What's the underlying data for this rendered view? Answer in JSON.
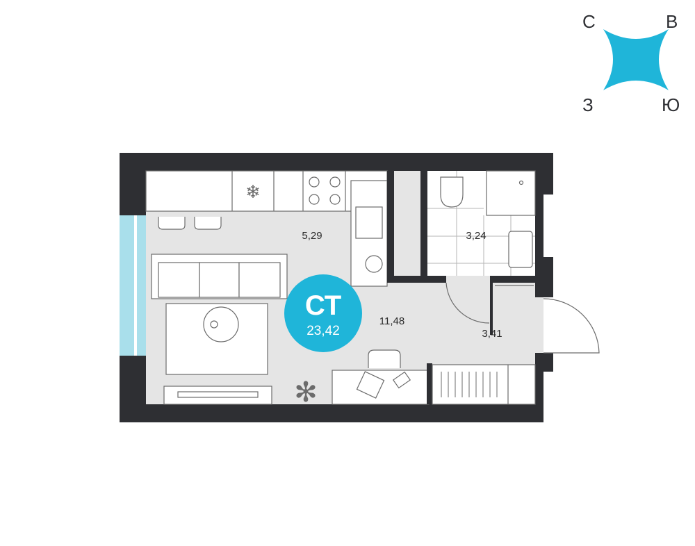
{
  "compass": {
    "north": "С",
    "east": "В",
    "west": "З",
    "south": "Ю"
  },
  "badge": {
    "type": "СТ",
    "total_area": "23,42"
  },
  "rooms": {
    "kitchen": "5,29",
    "bathroom": "3,24",
    "living": "11,48",
    "hall": "3,41"
  },
  "colors": {
    "accent": "#1fb5d9",
    "wall": "#2e2f33",
    "floor": "#e5e5e5",
    "window": "#a9dfeb"
  }
}
